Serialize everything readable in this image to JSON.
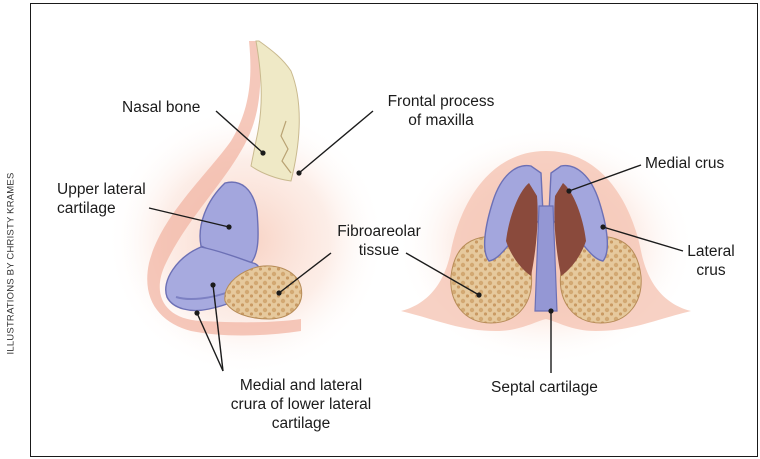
{
  "credit": "ILLUSTRATIONS BY CHRISTY KRAMES",
  "labels": {
    "nasal_bone": "Nasal bone",
    "frontal_process_line1": "Frontal process",
    "frontal_process_line2": "of maxilla",
    "upper_lateral_line1": "Upper lateral",
    "upper_lateral_line2": "cartilage",
    "fibroareolar_line1": "Fibroareolar",
    "fibroareolar_line2": "tissue",
    "medial_lateral_line1": "Medial and lateral",
    "medial_lateral_line2": "crura of lower lateral",
    "medial_lateral_line3": "cartilage",
    "medial_crus": "Medial crus",
    "lateral_crus_line1": "Lateral",
    "lateral_crus_line2": "crus",
    "septal_cartilage": "Septal cartilage"
  },
  "colors": {
    "skin": "#f2b6a4",
    "skin_glow": "#fbe3da",
    "cartilage": "#a3a6dd",
    "cartilage_shadow": "#7d81c3",
    "bone": "#eee9c8",
    "fibro_tissue": "#e2c497",
    "nostril": "#8a4a3c"
  }
}
